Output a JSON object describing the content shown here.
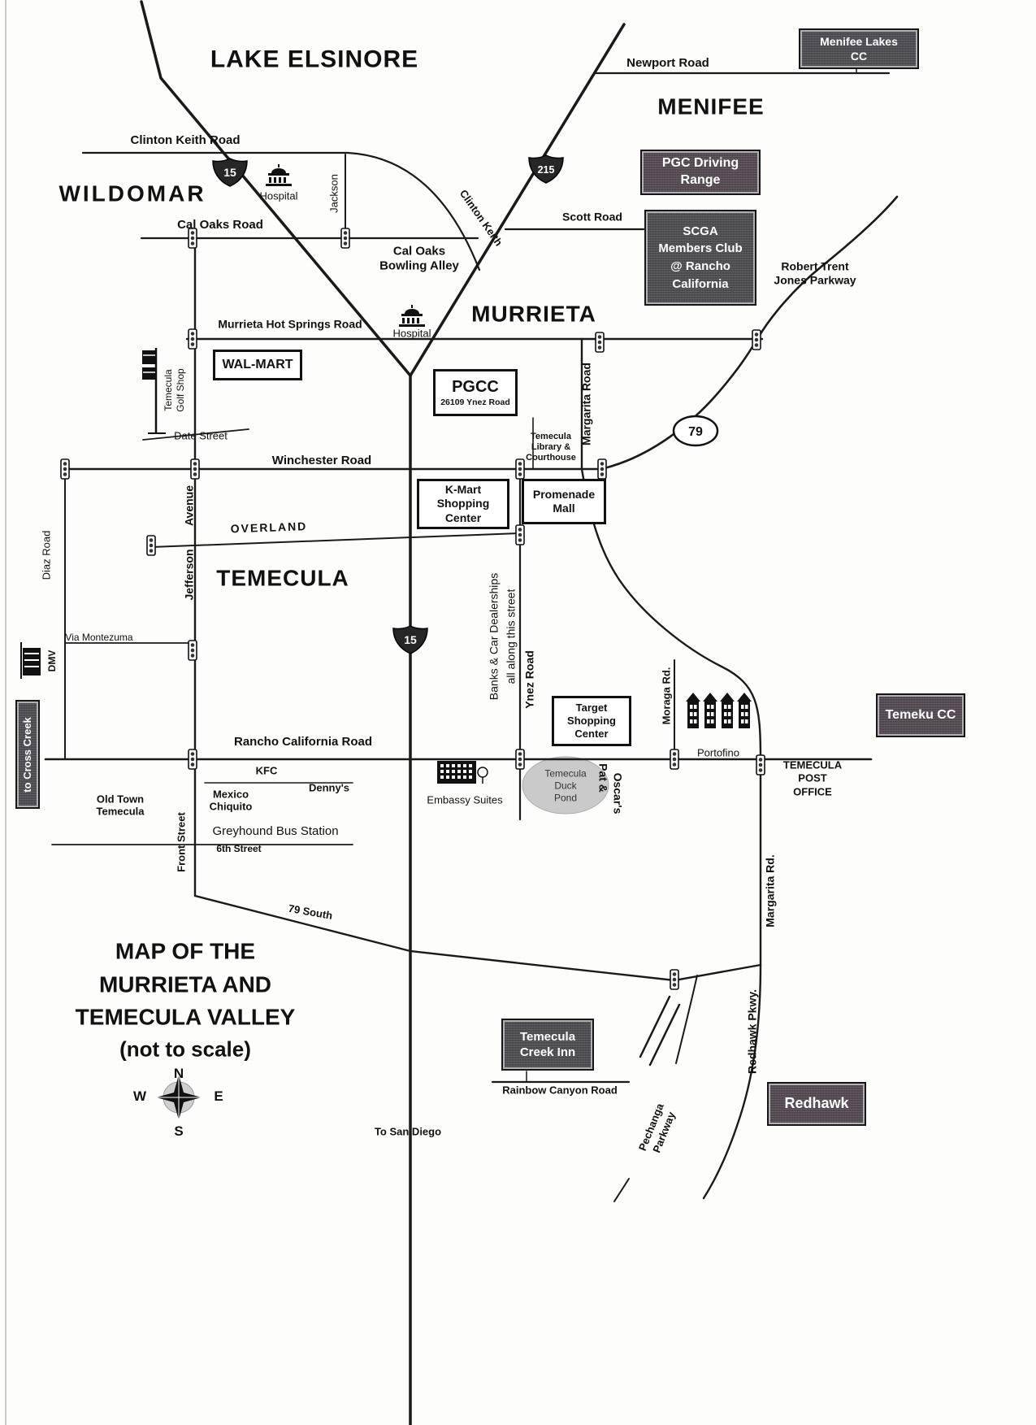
{
  "map_title": [
    "MAP OF THE",
    "MURRIETA AND",
    "TEMECULA VALLEY",
    "(not to scale)"
  ],
  "cities": {
    "lake_elsinore": "LAKE ELSINORE",
    "wildomar": "WILDOMAR",
    "menifee": "MENIFEE",
    "murrieta": "MURRIETA",
    "temecula": "TEMECULA"
  },
  "highway_shields": {
    "i15": "15",
    "i215": "215",
    "route79": "79"
  },
  "compass": {
    "north": "N",
    "south": "S",
    "east": "E",
    "west": "W"
  },
  "roads": {
    "newport": "Newport Road",
    "clinton_keith_road": "Clinton Keith  Road",
    "clinton_keith": "Clinton Keith",
    "scott": "Scott Road",
    "cal_oaks": "Cal Oaks Road",
    "jackson": "Jackson",
    "murrieta_hot_springs": "Murrieta Hot Springs Road",
    "robert_trent_jones": [
      "Robert Trent",
      "Jones Parkway"
    ],
    "date": "Date Street",
    "margarita_upper": "Margarita Road",
    "winchester": "Winchester Road",
    "overland": "OVERLAND",
    "diaz": "Diaz Road",
    "jefferson_avenue": [
      "Avenue",
      "Jefferson"
    ],
    "via_montezuma": "Via Montezuma",
    "ynez": "Ynez Road",
    "ynez_note": [
      "Banks & Car Dealerships",
      "all along this street"
    ],
    "moraga": "Moraga Rd.",
    "rancho_california": "Rancho California Road",
    "front": "Front Street",
    "sixth": "6th Street",
    "route_79_south": "79 South",
    "margarita_lower": "Margarita Rd.",
    "redhawk_pkwy": "Redhawk Pkwy.",
    "pechanga": [
      "Pechanga",
      "Parkway"
    ],
    "rainbow_canyon": "Rainbow Canyon Road",
    "to_san_diego": "To San Diego",
    "to_cross_creek": "to Cross Creek"
  },
  "places": {
    "menifee_lakes_cc": [
      "Menifee Lakes",
      "CC"
    ],
    "pgc_driving_range": [
      "PGC Driving",
      "Range"
    ],
    "scga_club": [
      "SCGA",
      "Members Club",
      "@ Rancho",
      "California"
    ],
    "hospital": "Hospital",
    "cal_oaks_bowling": [
      "Cal Oaks",
      "Bowling Alley"
    ],
    "walmart": "WAL-MART",
    "pgcc_name": "PGCC",
    "pgcc_address": "26109 Ynez Road",
    "temecula_golf_shop": [
      "Temecula",
      "Golf Shop"
    ],
    "temecula_library": [
      "Temecula",
      "Library &",
      "Courthouse"
    ],
    "kmart": [
      "K-Mart",
      "Shopping",
      "Center"
    ],
    "promenade_mall": [
      "Promenade",
      "Mall"
    ],
    "dmv": "DMV",
    "temeku_cc": "Temeku CC",
    "portofino": "Portofino",
    "target_center": [
      "Target",
      "Shopping",
      "Center"
    ],
    "temecula_post_office": [
      "TEMECULA",
      "POST",
      "OFFICE"
    ],
    "old_town": [
      "Old Town",
      "Temecula"
    ],
    "kfc": "KFC",
    "mexico_chiquito": [
      "Mexico",
      "Chiquito"
    ],
    "dennys": "Denny's",
    "greyhound": "Greyhound Bus Station",
    "embassy_suites": "Embassy Suites",
    "duck_pond": [
      "Temecula",
      "Duck",
      "Pond"
    ],
    "pat_oscars": [
      "Pat &",
      "Oscar's"
    ],
    "temecula_creek_inn": [
      "Temecula",
      "Creek Inn"
    ],
    "redhawk": "Redhawk"
  }
}
